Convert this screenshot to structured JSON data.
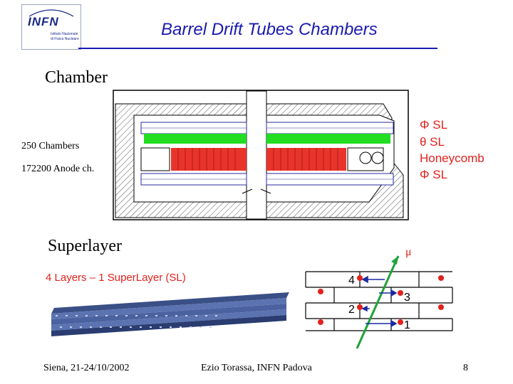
{
  "header": {
    "logo_text": "INFN",
    "logo_sub1": "Istituto Nazionale",
    "logo_sub2": "di Fisica Nucleare",
    "title": "Barrel Drift Tubes Chambers"
  },
  "chamber_section": {
    "heading": "Chamber",
    "chamber_count": "250 Chambers",
    "anode_count": "172200 Anode ch.",
    "legend": [
      {
        "label": "Φ SL"
      },
      {
        "label": "θ SL"
      },
      {
        "label": "Honeycomb"
      },
      {
        "label": "Φ SL"
      }
    ]
  },
  "superlayer_section": {
    "heading": "Superlayer",
    "layers_caption": "4 Layers – 1 SuperLayer (SL)",
    "mu_label": "μ",
    "cell_numbers": [
      "4",
      "3",
      "2",
      "1"
    ]
  },
  "footer": {
    "left": "Siena, 21-24/10/2002",
    "center": "Ezio Torassa, INFN Padova",
    "page": "8"
  },
  "colors": {
    "title": "#1a1ab0",
    "accent_red": "#e2211c",
    "track_green": "#1fa23a",
    "arrow_blue": "#1a2aa0",
    "phi_sl_green": "#22dd22",
    "theta_sl_red": "#e8342a"
  }
}
